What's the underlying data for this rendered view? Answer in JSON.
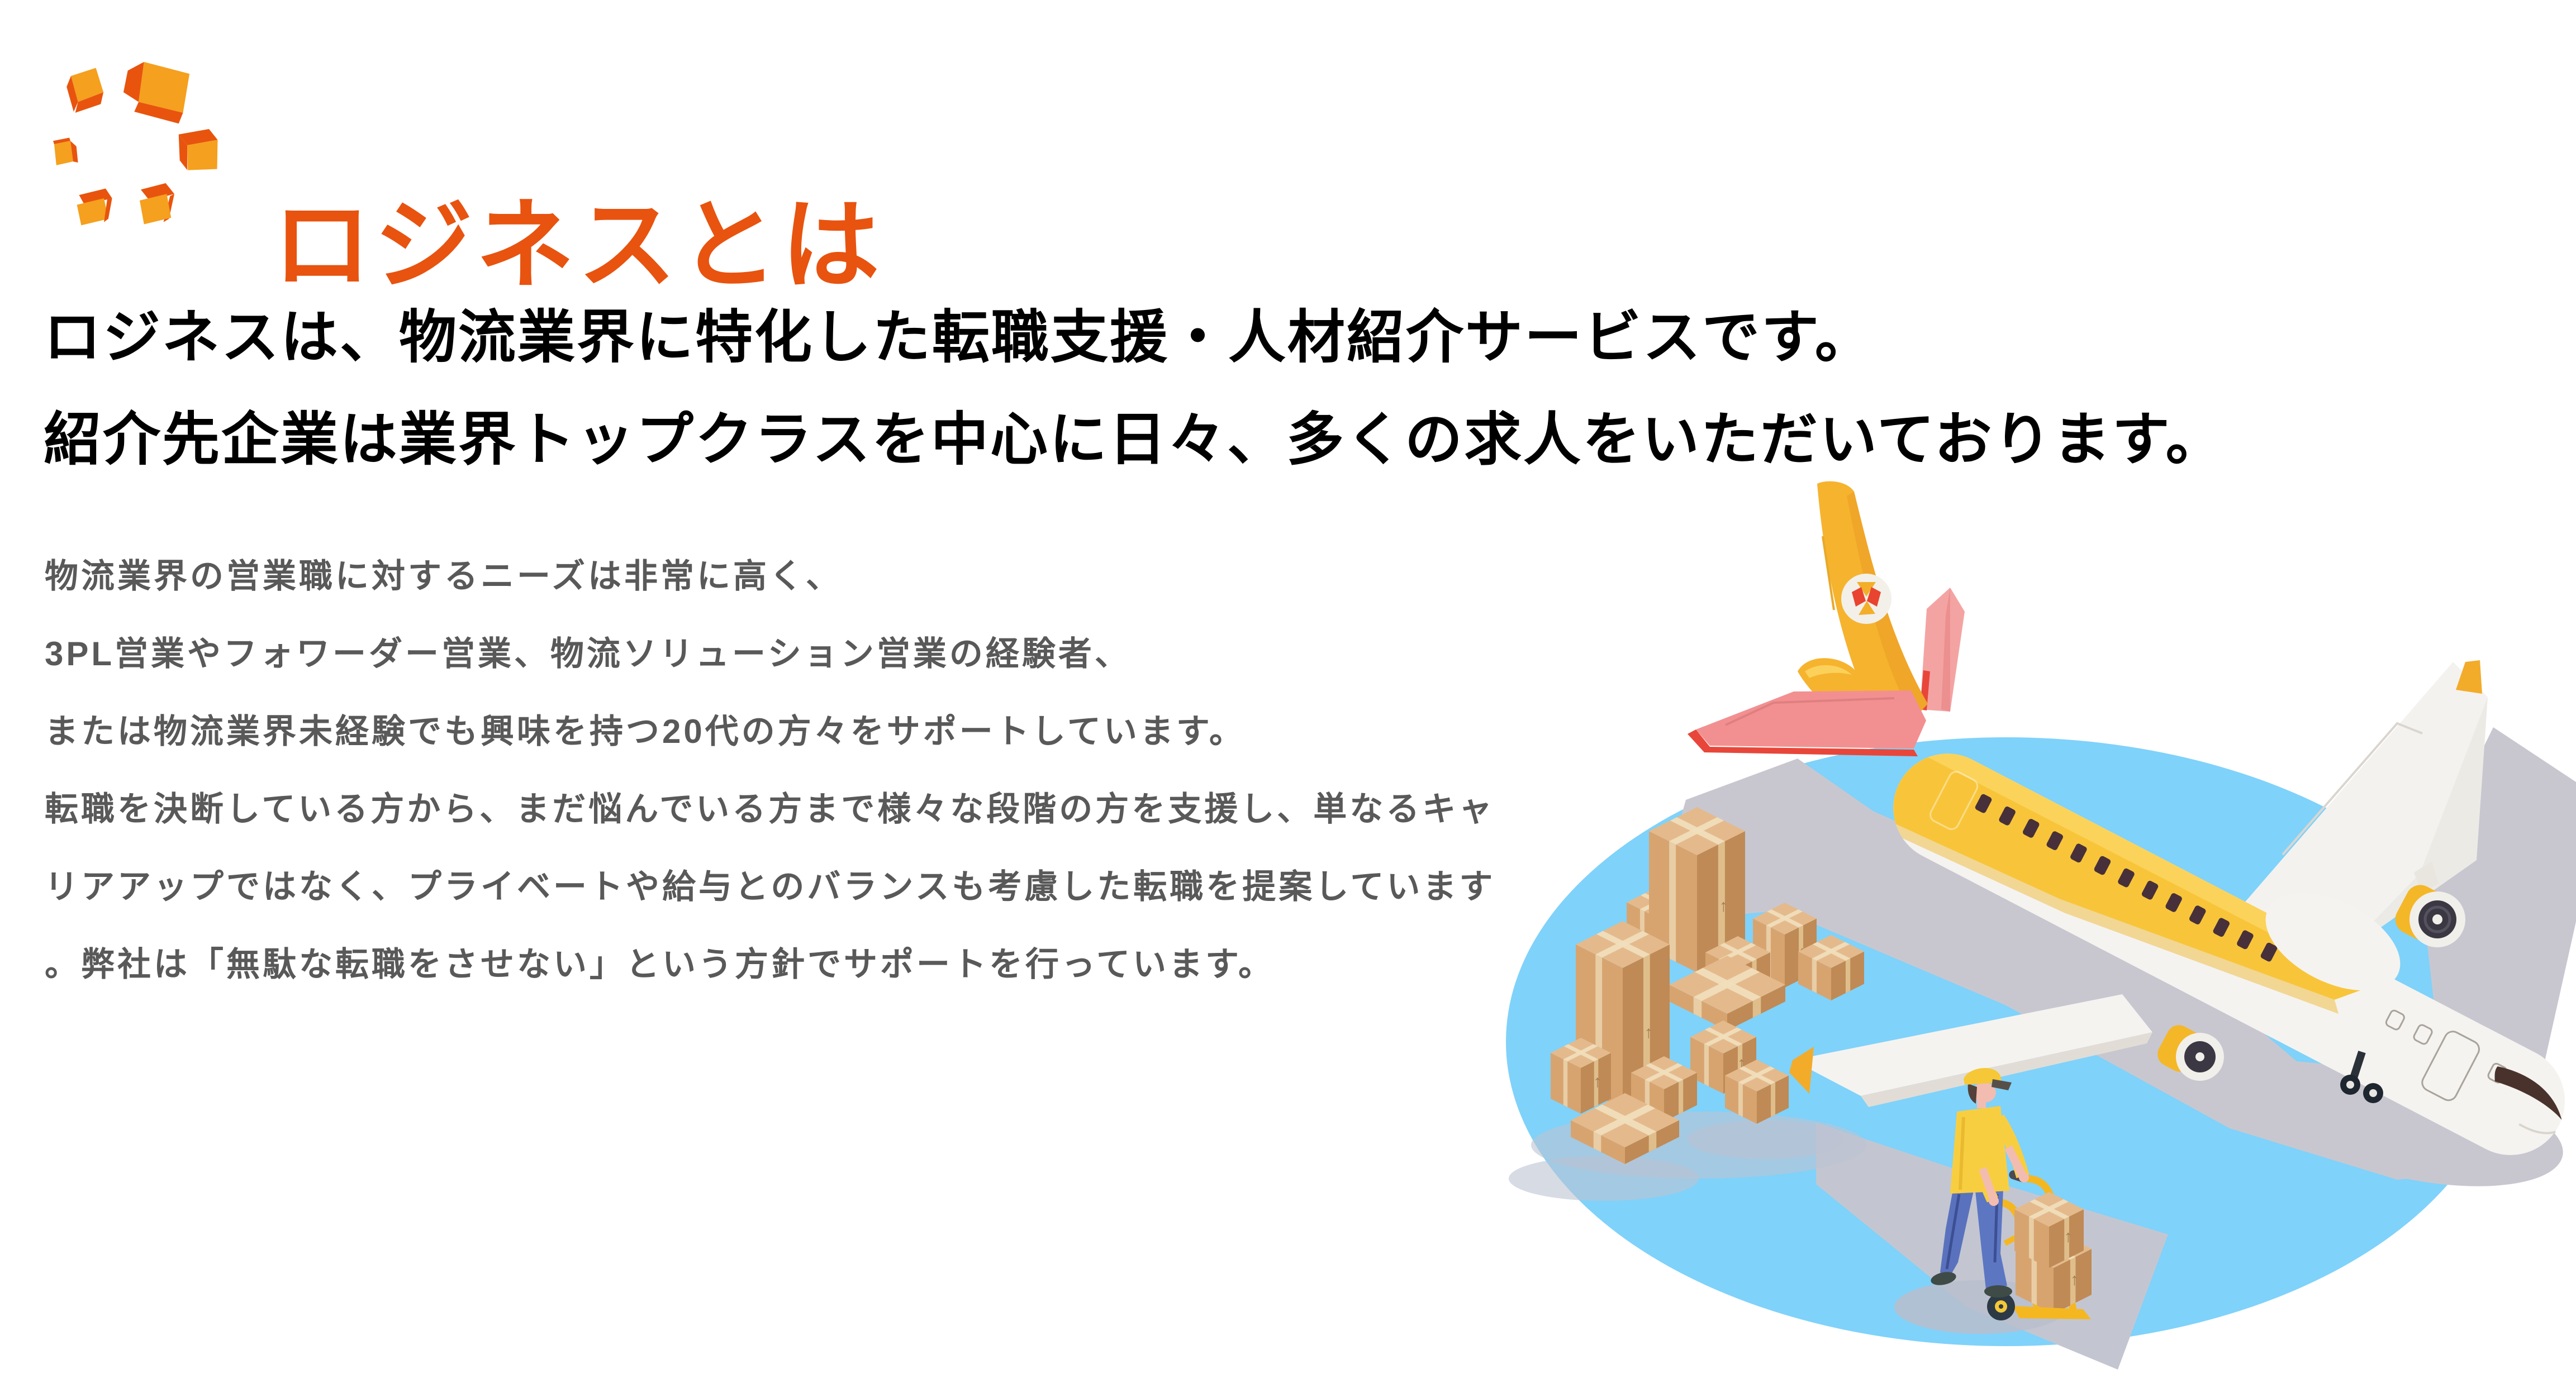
{
  "page": {
    "background": "#FFFFFF"
  },
  "logo": {
    "name": "logines-cubes-logo",
    "color_amber": "#F5A01E",
    "color_red_orange": "#E8540E"
  },
  "section": {
    "title": "ロジネスとは",
    "title_color": "#E8530F",
    "headline_lines": [
      "ロジネスは、物流業界に特化した転職支援・人材紹介サービスです。",
      "紹介先企業は業界トップクラスを中心に日々、多くの求人をいただいております。"
    ],
    "body_lines": [
      "物流業界の営業職に対するニーズは非常に高く、",
      "3PL営業やフォワーダー営業、物流ソリューション営業の経験者、",
      "または物流業界未経験でも興味を持つ20代の方々をサポートしています。",
      "転職を決断している方から、まだ悩んでいる方まで様々な段階の方を支援し、単なるキャ",
      "リアアップではなく、プライベートや給与とのバランスも考慮した転職を提案しています",
      "。弊社は「無駄な転職をさせない」という方針でサポートを行っています。"
    ],
    "body_color": "#595959"
  },
  "illustration": {
    "description": "isometric cargo airplane on light blue oval with cardboard boxes and a worker pushing a hand truck",
    "sky_blue": "#7FD2FA",
    "shadow_gray": "#C8C7D0",
    "plane_yellow": "#F8C53A",
    "stabilizer_pink": "#F29091",
    "cardboard": "#D7A470"
  }
}
